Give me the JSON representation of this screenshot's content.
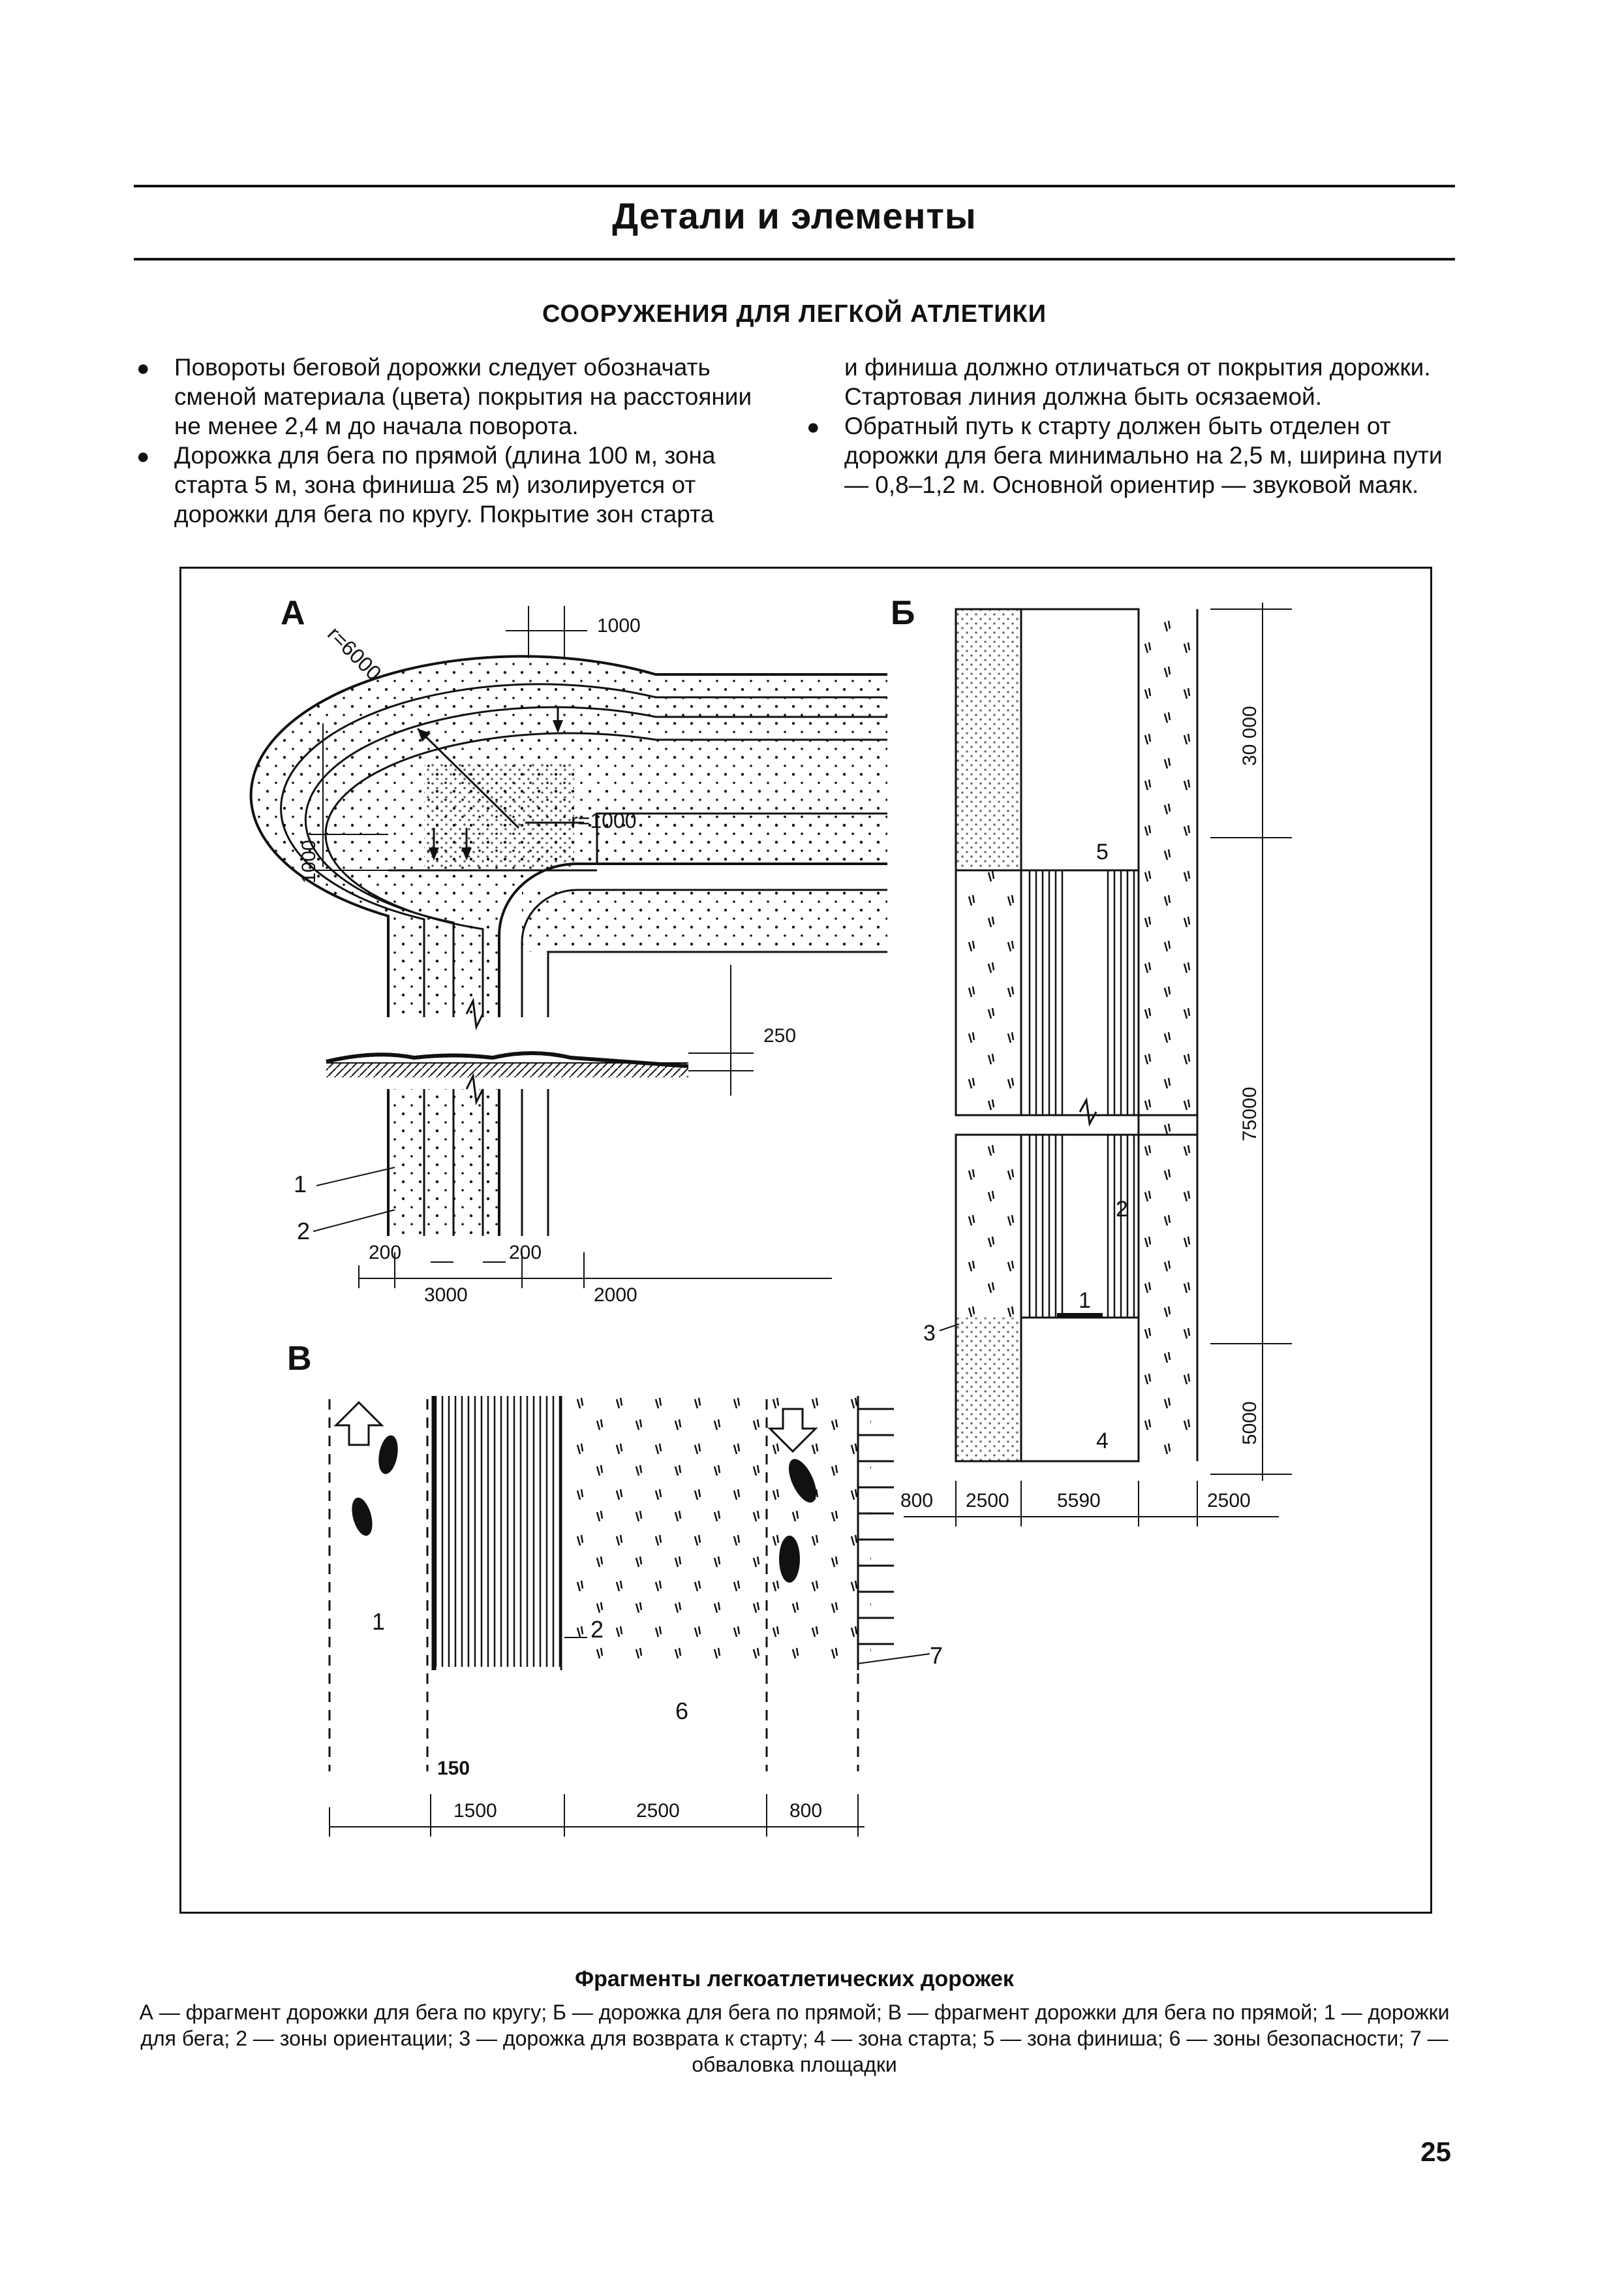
{
  "header": {
    "section_title": "Детали и элементы"
  },
  "subsection_title": "СООРУЖЕНИЯ ДЛЯ ЛЕГКОЙ АТЛЕТИКИ",
  "left_column": {
    "items": [
      "Повороты беговой дорожки следует обозначать сменой материала (цвета) покрытия на расстоянии не менее 2,4 м до начала поворота.",
      "Дорожка для бега по прямой (длина 100 м, зона старта 5 м, зона финиша 25 м) изолируется от дорожки для бега по кругу. Покрытие зон старта"
    ]
  },
  "right_column": {
    "continuation": "и финиша должно отличаться от покрытия дорожки. Стартовая линия должна быть осязаемой.",
    "items": [
      "Обратный путь к старту должен быть отделен от дорожки для бега минимально на 2,5 м, ширина пути — 0,8–1,2 м. Основной ориентир — звуковой маяк."
    ]
  },
  "figure": {
    "panel_a": {
      "letter": "А",
      "radius_outer": "r=6000",
      "radius_inner": "r=1000",
      "dim_top": "1000",
      "dim_left": "1000",
      "dim_depth": "250",
      "dim_200_left": "200",
      "dim_200_right": "200",
      "dim_3000": "3000",
      "dim_2000": "2000",
      "callout_1": "1",
      "callout_2": "2"
    },
    "panel_b": {
      "letter": "Б",
      "dim_30000": "30 000",
      "dim_75000": "75000",
      "dim_5000": "5000",
      "dim_800": "800",
      "dim_2500_a": "2500",
      "dim_5590": "5590",
      "dim_2500_b": "2500",
      "callout_1": "1",
      "callout_2": "2",
      "callout_3": "3",
      "callout_4": "4",
      "callout_5": "5"
    },
    "panel_v": {
      "letter": "В",
      "dim_150": "150",
      "dim_1500": "1500",
      "dim_2500": "2500",
      "dim_800": "800",
      "callout_1": "1",
      "callout_2": "2",
      "callout_6": "6",
      "callout_7": "7"
    }
  },
  "caption": {
    "title": "Фрагменты легкоатлетических дорожек",
    "text": "А — фрагмент дорожки для бега по кругу; Б — дорожка для бега по прямой; В — фрагмент дорожки для бега по прямой; 1 — дорожки для бега; 2 — зоны ориентации; 3 — дорожка для возврата к старту; 4 — зона старта; 5 — зона финиша; 6 — зоны безопасности; 7 — обваловка площадки"
  },
  "page_number": "25"
}
